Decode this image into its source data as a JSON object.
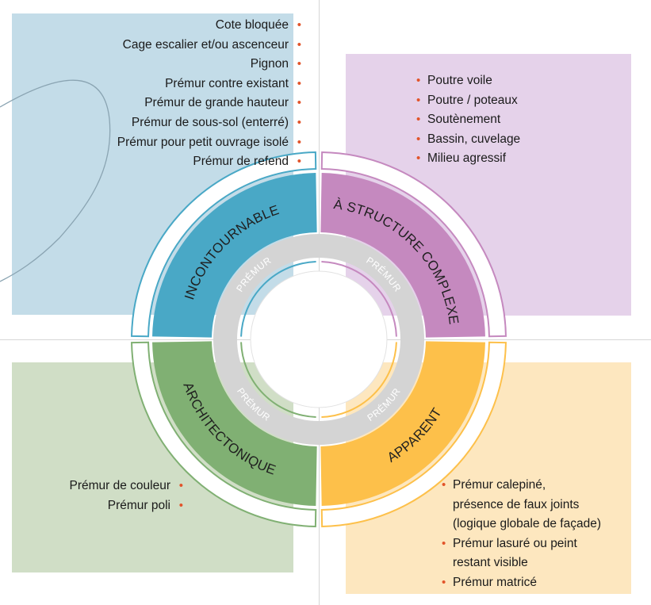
{
  "colors": {
    "bullet": "#e2542a",
    "panel_tl": "#c3dce8",
    "panel_tr": "#e5d2ea",
    "panel_bl": "#d0dec6",
    "panel_br": "#fde7bf",
    "seg_tl": "#49a8c6",
    "seg_tr": "#c589bf",
    "seg_bl": "#80b073",
    "seg_br": "#fdc04a",
    "ring": "#d4d4d4"
  },
  "segments": {
    "tl": "INCONTOURNABLE",
    "tr": "À STRUCTURE COMPLEXE",
    "bl": "ARCHITECTONIQUE",
    "br": "APPARENT"
  },
  "ring_label": "PRÉMUR",
  "lists": {
    "tl": [
      "Cote bloquée",
      "Cage escalier et/ou ascenceur",
      "Pignon",
      "Prémur contre existant",
      "Prémur de grande hauteur",
      "Prémur de sous-sol (enterré)",
      "Prémur pour petit ouvrage isolé",
      "Prémur de refend"
    ],
    "tr": [
      "Poutre voile",
      "Poutre / poteaux",
      "Soutènement",
      "Bassin, cuvelage",
      "Milieu agressif"
    ],
    "bl": [
      "Prémur de couleur",
      "Prémur poli"
    ],
    "br": [
      "Prémur calepiné,\nprésence de faux joints\n(logique globale de façade)",
      "Prémur lasuré ou peint\nrestant visible",
      "Prémur matricé"
    ]
  }
}
